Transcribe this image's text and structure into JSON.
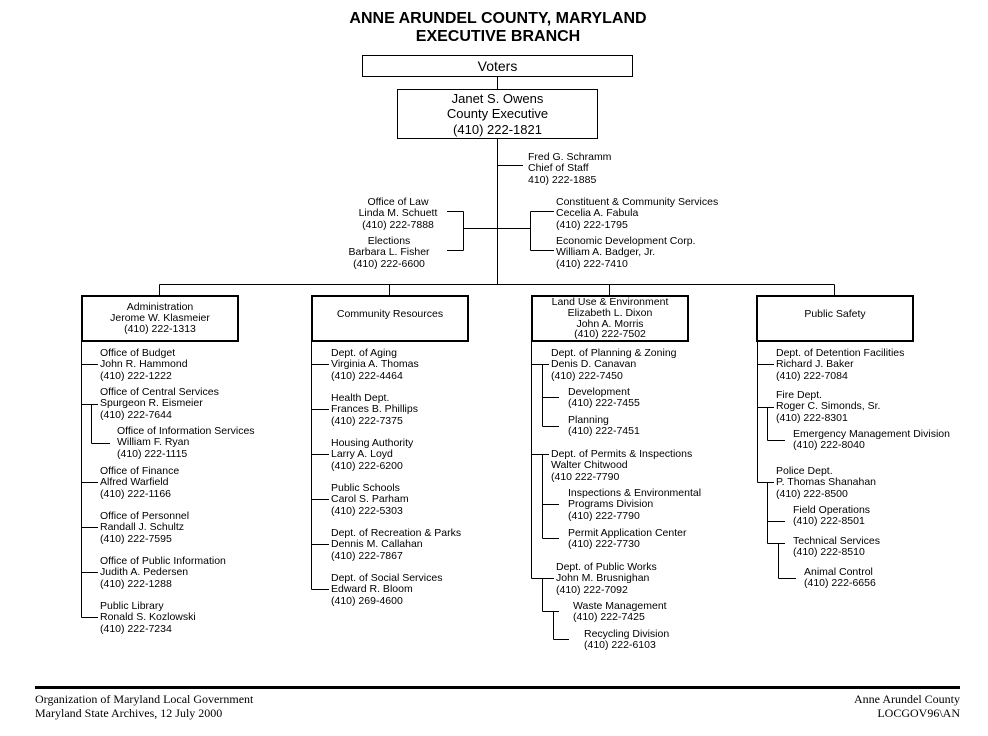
{
  "title": {
    "line1": "ANNE ARUNDEL COUNTY, MARYLAND",
    "line2": "EXECUTIVE BRANCH"
  },
  "voters": "Voters",
  "executive": {
    "name": "Janet S. Owens",
    "title": "County Executive",
    "phone": "(410) 222-1821"
  },
  "chief_of_staff": {
    "name": "Fred G. Schramm",
    "title": "Chief of Staff",
    "phone": "410) 222-1885"
  },
  "left_offices": [
    {
      "office": "Office of Law",
      "name": "Linda M. Schuett",
      "phone": "(410) 222-7888"
    },
    {
      "office": "Elections",
      "name": "Barbara L. Fisher",
      "phone": "(410) 222-6600"
    }
  ],
  "right_offices": [
    {
      "office": "Constituent & Community Services",
      "name": "Cecelia A. Fabula",
      "phone": "(410) 222-1795"
    },
    {
      "office": "Economic Development Corp.",
      "name": "William A. Badger, Jr.",
      "phone": "(410) 222-7410"
    }
  ],
  "branches": {
    "administration": {
      "head": {
        "line1": "Administration",
        "line2": "Jerome W. Klasmeier",
        "line3": "(410) 222-1313"
      },
      "units": [
        {
          "l1": "Office of Budget",
          "l2": "John R. Hammond",
          "l3": "(410) 222-1222"
        },
        {
          "l1": "Office of Central Services",
          "l2": "Spurgeon R. Eismeier",
          "l3": "(410) 222-7644"
        },
        {
          "l1": "Office of Information Services",
          "l2": "William F. Ryan",
          "l3": "(410) 222-1115"
        },
        {
          "l1": "Office of Finance",
          "l2": "Alfred Warfield",
          "l3": "(410) 222-1166"
        },
        {
          "l1": "Office of Personnel",
          "l2": "Randall J. Schultz",
          "l3": "(410) 222-7595"
        },
        {
          "l1": "Office of Public Information",
          "l2": "Judith A. Pedersen",
          "l3": "(410) 222-1288"
        },
        {
          "l1": "Public Library",
          "l2": "Ronald S. Kozlowski",
          "l3": "(410) 222-7234"
        }
      ]
    },
    "community": {
      "head": {
        "line1": "Community Resources"
      },
      "units": [
        {
          "l1": "Dept. of Aging",
          "l2": "Virginia A. Thomas",
          "l3": "(410) 222-4464"
        },
        {
          "l1": "Health Dept.",
          "l2": "Frances B. Phillips",
          "l3": "(410) 222-7375"
        },
        {
          "l1": "Housing Authority",
          "l2": "Larry A. Loyd",
          "l3": "(410) 222-6200"
        },
        {
          "l1": "Public Schools",
          "l2": "Carol S. Parham",
          "l3": "(410) 222-5303"
        },
        {
          "l1": "Dept. of Recreation & Parks",
          "l2": "Dennis M. Callahan",
          "l3": "(410) 222-7867"
        },
        {
          "l1": "Dept. of Social Services",
          "l2": "Edward R. Bloom",
          "l3": "(410) 269-4600"
        }
      ]
    },
    "landuse": {
      "head": {
        "line1": "Land Use & Environment",
        "line2": "Elizabeth L. Dixon",
        "line3": "John A. Morris",
        "line4": "(410) 222-7502"
      },
      "units": [
        {
          "l1": "Dept. of Planning & Zoning",
          "l2": "Denis D. Canavan",
          "l3": "(410) 222-7450"
        },
        {
          "l1": "Development",
          "l2": "(410) 222-7455"
        },
        {
          "l1": "Planning",
          "l2": "(410) 222-7451"
        },
        {
          "l1": "Dept. of Permits & Inspections",
          "l2": "Walter Chitwood",
          "l3": "(410 222-7790"
        },
        {
          "l1": "Inspections & Environmental",
          "l2": "Programs Division",
          "l3": "(410) 222-7790"
        },
        {
          "l1": "Permit Application Center",
          "l2": "(410) 222-7730"
        },
        {
          "l1": "Dept. of Public Works",
          "l2": "John M. Brusnighan",
          "l3": "(410) 222-7092"
        },
        {
          "l1": "Waste Management",
          "l2": "(410) 222-7425"
        },
        {
          "l1": "Recycling Division",
          "l2": "(410) 222-6103"
        }
      ]
    },
    "safety": {
      "head": {
        "line1": "Public Safety"
      },
      "units": [
        {
          "l1": "Dept. of Detention Facilities",
          "l2": "Richard J. Baker",
          "l3": "(410) 222-7084"
        },
        {
          "l1": "Fire Dept.",
          "l2": "Roger C. Simonds, Sr.",
          "l3": "(410) 222-8301"
        },
        {
          "l1": "Emergency Management Division",
          "l2": "(410) 222-8040"
        },
        {
          "l1": "Police Dept.",
          "l2": "P. Thomas Shanahan",
          "l3": "(410) 222-8500"
        },
        {
          "l1": "Field Operations",
          "l2": "(410) 222-8501"
        },
        {
          "l1": "Technical Services",
          "l2": "(410) 222-8510"
        },
        {
          "l1": "Animal Control",
          "l2": "(410) 222-6656"
        }
      ]
    }
  },
  "footer": {
    "left1": "Organization of Maryland Local Government",
    "left2": "Maryland State Archives, 12 July 2000",
    "right1": "Anne Arundel County",
    "right2": "LOCGOV96\\AN"
  }
}
